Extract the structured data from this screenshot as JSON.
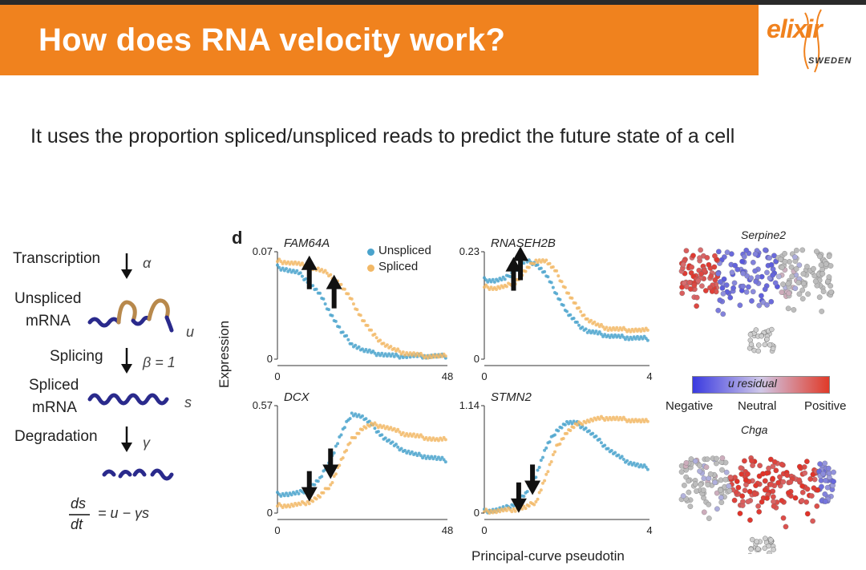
{
  "slide": {
    "title": "How does RNA velocity work?",
    "subtitle": "It uses the proportion spliced/unspliced reads to predict the future state of a cell",
    "logo": {
      "text": "elixir",
      "sub": "SWEDEN"
    }
  },
  "schematic": {
    "transcription": "Transcription",
    "alpha": "α",
    "unspliced_line1": "Unspliced",
    "unspliced_line2": "mRNA",
    "u": "u",
    "splicing": "Splicing",
    "beta": "β = 1",
    "spliced_line1": "Spliced",
    "spliced_line2": "mRNA",
    "s": "s",
    "degradation": "Degradation",
    "gamma": "γ",
    "eq_num": "ds",
    "eq_den": "dt",
    "eq_rhs": "= u − γs"
  },
  "panel": {
    "letter": "d",
    "ylabel": "Expression",
    "xlabel": "Principal-curve pseudotin",
    "legend": {
      "unspliced": "Unspliced",
      "spliced": "Spliced"
    }
  },
  "colors": {
    "unspliced": "#4aa3cc",
    "spliced": "#f2b866",
    "header": "#f0821e",
    "negative": "#3333dd",
    "positive": "#dd3322"
  },
  "chart_data": [
    {
      "type": "line",
      "title": "FAM64A",
      "ylim": [
        0,
        0.07
      ],
      "xlim": [
        0,
        48
      ],
      "yticks": [
        "0.07",
        "0"
      ],
      "xticks": [
        "0",
        "48"
      ],
      "x": [
        0,
        3,
        6,
        9,
        12,
        15,
        18,
        21,
        24,
        27,
        30,
        33,
        36,
        39,
        42,
        45,
        48
      ],
      "series": [
        {
          "name": "Unspliced",
          "values": [
            0.06,
            0.058,
            0.056,
            0.05,
            0.042,
            0.03,
            0.018,
            0.01,
            0.006,
            0.004,
            0.003,
            0.002,
            0.002,
            0.002,
            0.002,
            0.002,
            0.002
          ]
        },
        {
          "name": "Spliced",
          "values": [
            0.064,
            0.063,
            0.062,
            0.06,
            0.058,
            0.055,
            0.048,
            0.038,
            0.026,
            0.016,
            0.01,
            0.006,
            0.004,
            0.003,
            0.002,
            0.002,
            0.002
          ]
        }
      ]
    },
    {
      "type": "line",
      "title": "RNASEH2B",
      "ylim": [
        0,
        0.23
      ],
      "xlim": [
        0,
        48
      ],
      "yticks": [
        "0.23",
        "0"
      ],
      "xticks": [
        "0",
        "4"
      ],
      "x": [
        0,
        3,
        6,
        9,
        12,
        15,
        18,
        21,
        24,
        27,
        30,
        33,
        36,
        39,
        42,
        45,
        48
      ],
      "series": [
        {
          "name": "Unspliced",
          "values": [
            0.17,
            0.168,
            0.172,
            0.19,
            0.21,
            0.205,
            0.18,
            0.14,
            0.1,
            0.075,
            0.06,
            0.055,
            0.05,
            0.048,
            0.046,
            0.045,
            0.044
          ]
        },
        {
          "name": "Spliced",
          "values": [
            0.155,
            0.152,
            0.155,
            0.165,
            0.19,
            0.212,
            0.21,
            0.185,
            0.145,
            0.11,
            0.085,
            0.072,
            0.066,
            0.064,
            0.063,
            0.062,
            0.062
          ]
        }
      ]
    },
    {
      "type": "line",
      "title": "DCX",
      "ylim": [
        0,
        0.57
      ],
      "xlim": [
        0,
        48
      ],
      "yticks": [
        "0.57",
        "0"
      ],
      "xticks": [
        "0",
        "48"
      ],
      "x": [
        0,
        3,
        6,
        9,
        12,
        15,
        18,
        21,
        24,
        27,
        30,
        33,
        36,
        39,
        42,
        45,
        48
      ],
      "series": [
        {
          "name": "Unspliced",
          "values": [
            0.1,
            0.1,
            0.105,
            0.13,
            0.18,
            0.28,
            0.42,
            0.53,
            0.51,
            0.46,
            0.4,
            0.36,
            0.33,
            0.31,
            0.3,
            0.29,
            0.28
          ]
        },
        {
          "name": "Spliced",
          "values": [
            0.04,
            0.04,
            0.045,
            0.06,
            0.09,
            0.15,
            0.28,
            0.39,
            0.45,
            0.47,
            0.46,
            0.44,
            0.42,
            0.41,
            0.4,
            0.39,
            0.39
          ]
        }
      ]
    },
    {
      "type": "line",
      "title": "STMN2",
      "ylim": [
        0,
        1.14
      ],
      "xlim": [
        0,
        48
      ],
      "yticks": [
        "1.14",
        "0"
      ],
      "xticks": [
        "0",
        "4"
      ],
      "x": [
        0,
        3,
        6,
        9,
        12,
        15,
        18,
        21,
        24,
        27,
        30,
        33,
        36,
        39,
        42,
        45,
        48
      ],
      "series": [
        {
          "name": "Unspliced",
          "values": [
            0.02,
            0.03,
            0.05,
            0.1,
            0.2,
            0.4,
            0.7,
            0.88,
            0.96,
            0.95,
            0.88,
            0.78,
            0.68,
            0.6,
            0.54,
            0.5,
            0.48
          ]
        },
        {
          "name": "Spliced",
          "values": [
            0.02,
            0.02,
            0.03,
            0.04,
            0.06,
            0.12,
            0.4,
            0.7,
            0.86,
            0.94,
            0.98,
            1.0,
            1.01,
            1.0,
            0.99,
            0.98,
            0.97
          ]
        }
      ]
    }
  ],
  "embedding": {
    "top_title": "Serpine2",
    "bottom_title": "Chga",
    "colorbar": {
      "label": "u residual",
      "negative": "Negative",
      "neutral": "Neutral",
      "positive": "Positive"
    }
  }
}
